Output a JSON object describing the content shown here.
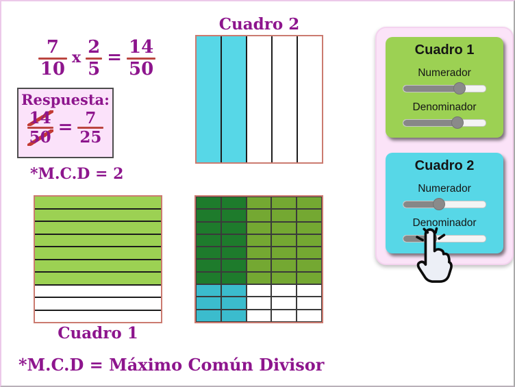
{
  "colors": {
    "accent_purple": "#8d158d",
    "fraction_bar_red": "#bb4540",
    "strike_red": "#c23b34",
    "grid_border_salmon": "#cb7a6f",
    "respuesta_box_pink": "#fbe2fa",
    "panel_pink": "#fbe3f8",
    "cuadro1_green": "#9cd153",
    "cuadro2_cyan": "#57d7e7",
    "overlap_dark_green": "#1e7b2c",
    "product_green": "#74a832",
    "product_cyan": "#3bbccd"
  },
  "equation": {
    "f1_num": "7",
    "f1_den": "10",
    "multiply": "x",
    "f2_num": "2",
    "f2_den": "5",
    "equals": "=",
    "result_num": "14",
    "result_den": "50"
  },
  "respuesta": {
    "title": "Respuesta:",
    "old_num": "14",
    "old_den": "50",
    "equals": "=",
    "new_num": "7",
    "new_den": "25"
  },
  "notes": {
    "mcd": "*M.C.D = 2",
    "footer": "*M.C.D = Máximo Común Divisor"
  },
  "grids": {
    "cuadro2": {
      "type": "vertical",
      "title": "Cuadro 2",
      "count": 5,
      "filled": 2,
      "fill_color": "#57d7e7",
      "empty_color": "#ffffff",
      "line_color": "#1c1c1c",
      "border_color": "#cb7a6f"
    },
    "cuadro1": {
      "type": "horizontal",
      "title": "Cuadro 1",
      "count": 10,
      "filled": 7,
      "fill_color": "#9cd153",
      "empty_color": "#ffffff",
      "line_color": "#1c1c1c",
      "border_color": "#cb7a6f"
    },
    "product": {
      "type": "matrix",
      "rows": 10,
      "cols": 5,
      "shaded_rows": 7,
      "shaded_cols": 2,
      "overlap_color": "#1e7b2c",
      "rows_color": "#74a832",
      "cols_color": "#3bbccd",
      "empty_color": "#ffffff",
      "line_color": "#3a3a3a",
      "border_color": "#cb7a6f"
    }
  },
  "panel": {
    "cards": [
      {
        "title": "Cuadro 1",
        "bg": "#9cd153",
        "sliders": [
          {
            "label": "Numerador",
            "percent": 68
          },
          {
            "label": "Denominador",
            "percent": 66
          }
        ]
      },
      {
        "title": "Cuadro 2",
        "bg": "#57d7e7",
        "sliders": [
          {
            "label": "Numerador",
            "percent": 43
          },
          {
            "label": "Denominador",
            "percent": 33
          }
        ]
      }
    ]
  }
}
